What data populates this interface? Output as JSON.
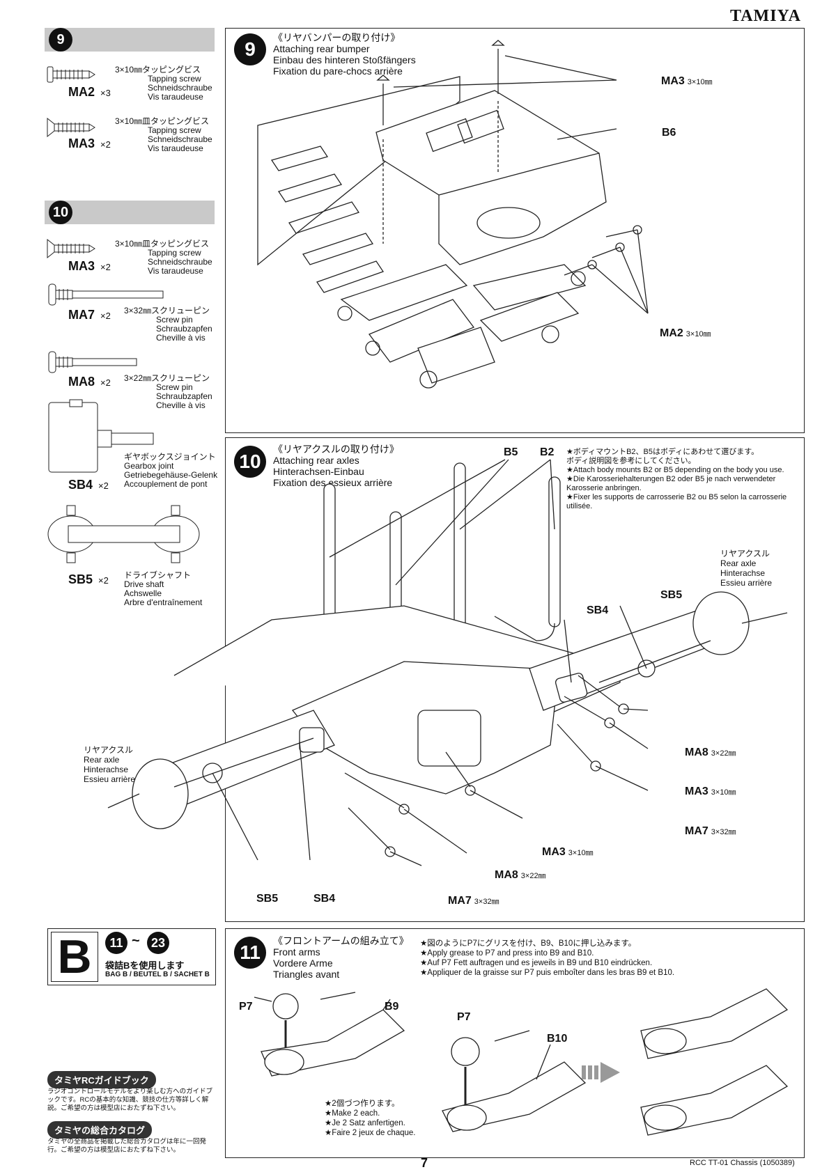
{
  "header": {
    "brand": "TAMIYA"
  },
  "sidebar": {
    "step9": {
      "number": "9",
      "parts": [
        {
          "code": "MA2",
          "qty": "×3",
          "size_jp": "3×10㎜タッピングビス",
          "en": "Tapping screw",
          "de": "Schneidschraube",
          "fr": "Vis taraudeuse"
        },
        {
          "code": "MA3",
          "qty": "×2",
          "size_jp": "3×10㎜皿タッピングビス",
          "en": "Tapping screw",
          "de": "Schneidschraube",
          "fr": "Vis taraudeuse"
        }
      ]
    },
    "step10": {
      "number": "10",
      "parts": [
        {
          "code": "MA3",
          "qty": "×2",
          "size_jp": "3×10㎜皿タッピングビス",
          "en": "Tapping screw",
          "de": "Schneidschraube",
          "fr": "Vis taraudeuse"
        },
        {
          "code": "MA7",
          "qty": "×2",
          "size_jp": "3×32㎜スクリューピン",
          "en": "Screw pin",
          "de": "Schraubzapfen",
          "fr": "Cheville à vis"
        },
        {
          "code": "MA8",
          "qty": "×2",
          "size_jp": "3×22㎜スクリューピン",
          "en": "Screw pin",
          "de": "Schraubzapfen",
          "fr": "Cheville à vis"
        },
        {
          "code": "SB4",
          "qty": "×2",
          "size_jp": "ギヤボックスジョイント",
          "en": "Gearbox joint",
          "de": "Getriebegehäuse-Gelenk",
          "fr": "Accouplement de pont"
        },
        {
          "code": "SB5",
          "qty": "×2",
          "size_jp": "ドライブシャフト",
          "en": "Drive shaft",
          "de": "Achswelle",
          "fr": "Arbre d'entraînement"
        }
      ]
    },
    "bag": {
      "letter": "B",
      "range_from": "11",
      "range_sep": "~",
      "range_to": "23",
      "jp": "袋詰Bを使用します",
      "langs": "BAG B / BEUTEL B / SACHET B"
    },
    "guide": {
      "pill1": "タミヤRCガイドブック",
      "text1": "ラジオコントロールモデルをより楽しむ方へのガイドブックです。RCの基本的な知識、競技の仕方等詳しく解説。ご希望の方は模型店におたずね下さい。",
      "pill2": "タミヤの総合カタログ",
      "text2": "タミヤの全商品を掲載した総合カタログは年に一回発行。ご希望の方は模型店におたずね下さい。"
    }
  },
  "step9_panel": {
    "number": "9",
    "title_jp": "《リヤバンパーの取り付け》",
    "title_en": "Attaching rear bumper",
    "title_de": "Einbau des hinteren Stoßfängers",
    "title_fr": "Fixation du pare-chocs arrière",
    "labels": {
      "ma3": "MA3",
      "ma3_size": "3×10㎜",
      "b6": "B6",
      "ma2": "MA2",
      "ma2_size": "3×10㎜"
    }
  },
  "step10_panel": {
    "number": "10",
    "title_jp": "《リヤアクスルの取り付け》",
    "title_en": "Attaching rear axles",
    "title_de": "Hinterachsen-Einbau",
    "title_fr": "Fixation des essieux arrière",
    "note": [
      "★ボディマウントB2、B5はボディにあわせて選びます。",
      "ボディ説明図を参考にしてください。",
      "★Attach body mounts B2 or B5 depending on the body you use.",
      "★Die Karosseriehalterungen B2 oder B5 je nach verwendeter Karosserie anbringen.",
      "★Fixer les supports de carrosserie B2 ou B5 selon la carrosserie utilisée."
    ],
    "labels": {
      "b5": "B5",
      "b2": "B2",
      "sb4_top": "SB4",
      "sb5_top": "SB5",
      "rear_axle_right": [
        "リヤアクスル",
        "Rear axle",
        "Hinterachse",
        "Essieu arrière"
      ],
      "rear_axle_left": [
        "リヤアクスル",
        "Rear axle",
        "Hinterachse",
        "Essieu arrière"
      ],
      "ma8_r": "MA8",
      "ma8_r_size": "3×22㎜",
      "ma3_r": "MA3",
      "ma3_r_size": "3×10㎜",
      "ma7_r": "MA7",
      "ma7_r_size": "3×32㎜",
      "ma3_b": "MA3",
      "ma3_b_size": "3×10㎜",
      "ma8_b": "MA8",
      "ma8_b_size": "3×22㎜",
      "ma7_b": "MA7",
      "ma7_b_size": "3×32㎜",
      "sb5_b": "SB5",
      "sb4_b": "SB4"
    }
  },
  "step11_panel": {
    "number": "11",
    "title_jp": "《フロントアームの組み立て》",
    "title_en": "Front arms",
    "title_de": "Vordere Arme",
    "title_fr": "Triangles avant",
    "note": [
      "★図のようにP7にグリスを付け、B9、B10に押し込みます。",
      "★Apply grease to P7 and press into B9 and B10.",
      "★Auf P7 Fett auftragen und es jeweils in B9 und B10 eindrücken.",
      "★Appliquer de la graisse sur P7 puis emboîter dans les bras B9 et B10."
    ],
    "labels": {
      "p7a": "P7",
      "b9": "B9",
      "p7b": "P7",
      "b10": "B10"
    },
    "make2": [
      "★2個づつ作ります。",
      "★Make 2 each.",
      "★Je 2 Satz anfertigen.",
      "★Faire 2 jeux de chaque."
    ]
  },
  "footer": {
    "page": "7",
    "model": "RCC TT-01 Chassis (1050389)"
  }
}
